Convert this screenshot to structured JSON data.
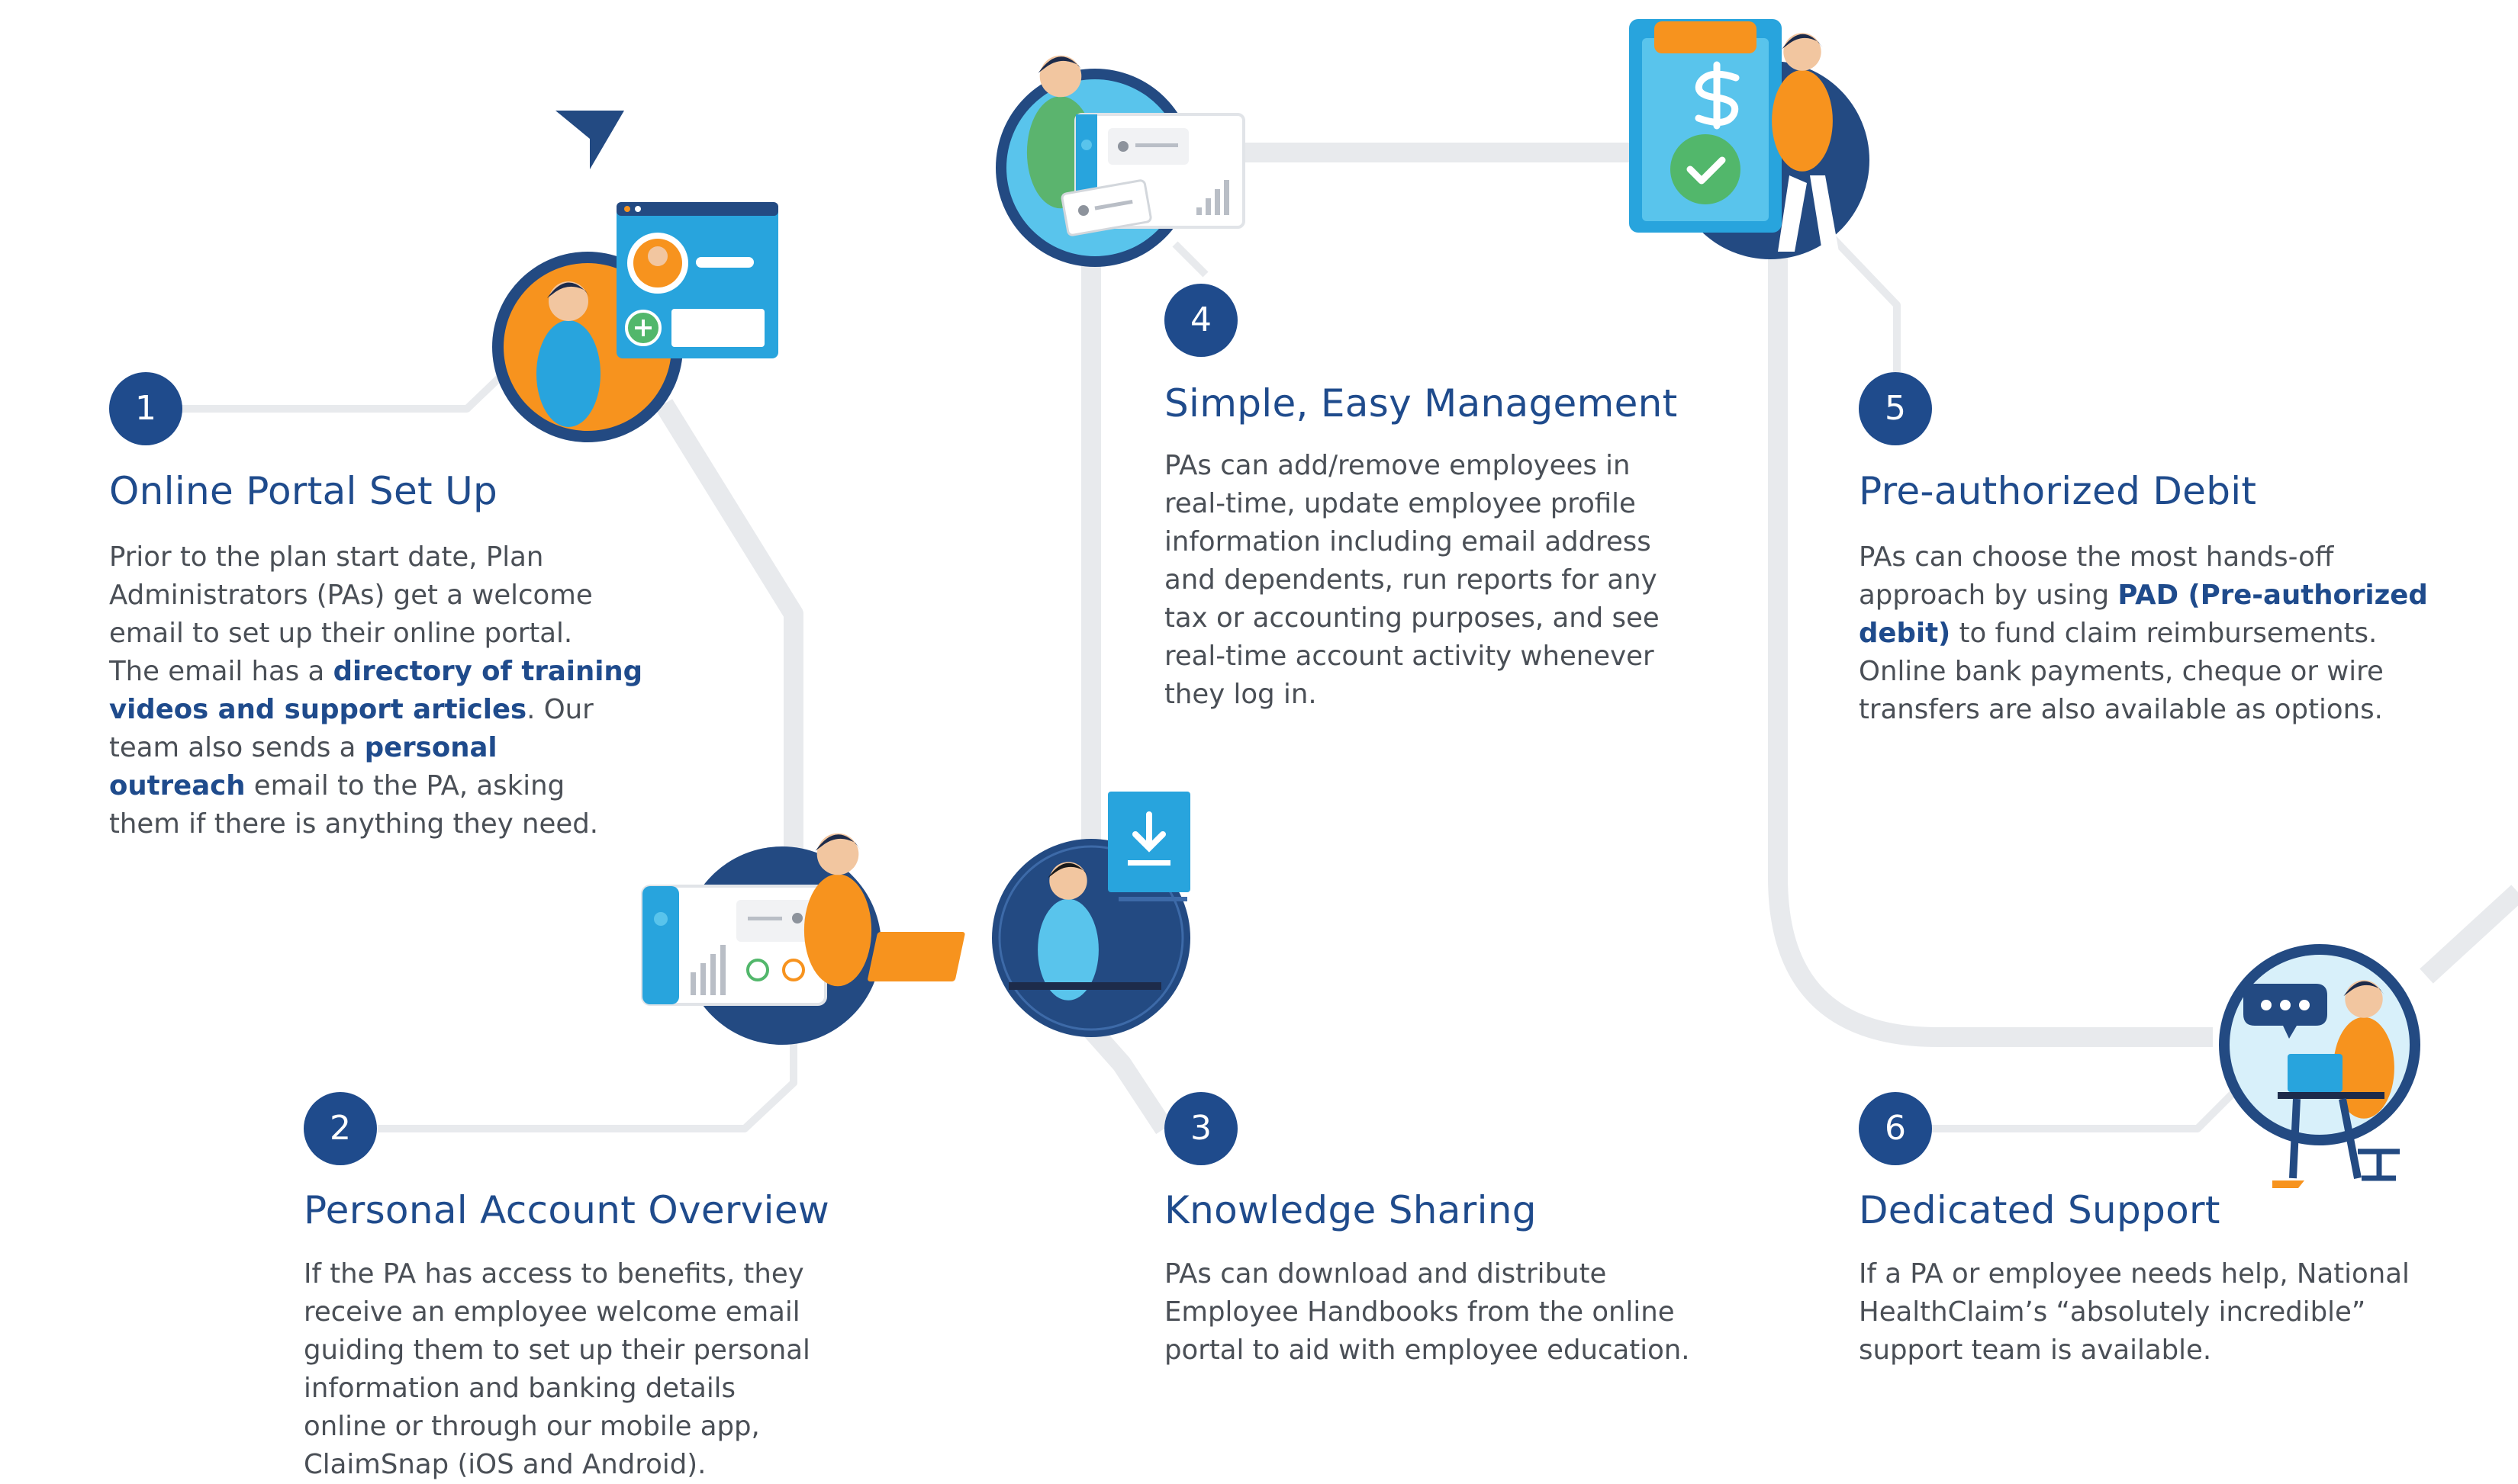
{
  "colors": {
    "navy": "#1f4b8c",
    "navy_dark": "#234a82",
    "orange": "#f7931e",
    "sky": "#28a4dd",
    "light_blue": "#59c4ec",
    "green": "#52b76b",
    "path_gray": "#e8eaed",
    "text_gray": "#4a4f56"
  },
  "icons": {
    "down_arrow": "triangle-arrow-icon",
    "portal": "user-profile-window-icon",
    "dashboard": "dashboard-report-icon",
    "download": "download-document-icon",
    "management": "employee-card-icon",
    "payment": "dollar-phone-check-icon",
    "support": "chat-bubble-support-icon"
  },
  "steps": [
    {
      "number": "1",
      "title": "Online Portal Set Up",
      "body": [
        {
          "t": "Prior to the plan start date, Plan"
        },
        {
          "t": "Administrators (PAs) get a welcome"
        },
        {
          "t": "email to set up their online portal."
        },
        {
          "t": "The email has a ",
          "b": "directory of training"
        },
        {
          "b": "videos and support articles",
          "t2": ". Our"
        },
        {
          "t": "team also sends a ",
          "b": "personal"
        },
        {
          "b": "outreach",
          "t2": " email to the PA, asking"
        },
        {
          "t": "them if there is anything they need."
        }
      ]
    },
    {
      "number": "2",
      "title": "Personal Account Overview",
      "body": [
        {
          "t": "If the PA has access to benefits, they"
        },
        {
          "t": "receive an employee welcome email"
        },
        {
          "t": "guiding them to set up their personal"
        },
        {
          "t": "information and banking details"
        },
        {
          "t": "online or through our mobile app,"
        },
        {
          "t": "ClaimSnap (iOS and Android)."
        }
      ]
    },
    {
      "number": "3",
      "title": "Knowledge Sharing",
      "body": [
        {
          "t": "PAs can download and distribute"
        },
        {
          "t": "Employee Handbooks from the online"
        },
        {
          "t": "portal to aid with employee education."
        }
      ]
    },
    {
      "number": "4",
      "title": "Simple, Easy Management",
      "body": [
        {
          "t": "PAs can add/remove employees in"
        },
        {
          "t": "real-time, update employee profile"
        },
        {
          "t": "information including email address"
        },
        {
          "t": "and dependents, run reports for any"
        },
        {
          "t": "tax or accounting purposes, and see"
        },
        {
          "t": "real-time account activity whenever"
        },
        {
          "t": "they log in."
        }
      ]
    },
    {
      "number": "5",
      "title": "Pre-authorized Debit",
      "body": [
        {
          "t": "PAs can choose the most hands-off"
        },
        {
          "t": "approach by using ",
          "b": "PAD (Pre-authorized"
        },
        {
          "b": "debit)",
          "t2": " to fund claim reimbursements."
        },
        {
          "t": "Online bank payments, cheque or wire"
        },
        {
          "t": "transfers are also available as options."
        }
      ]
    },
    {
      "number": "6",
      "title": "Dedicated Support",
      "body": [
        {
          "t": "If a PA or employee needs help, National"
        },
        {
          "t": "HealthClaim’s “absolutely incredible”"
        },
        {
          "t": "support team is available."
        }
      ]
    }
  ]
}
